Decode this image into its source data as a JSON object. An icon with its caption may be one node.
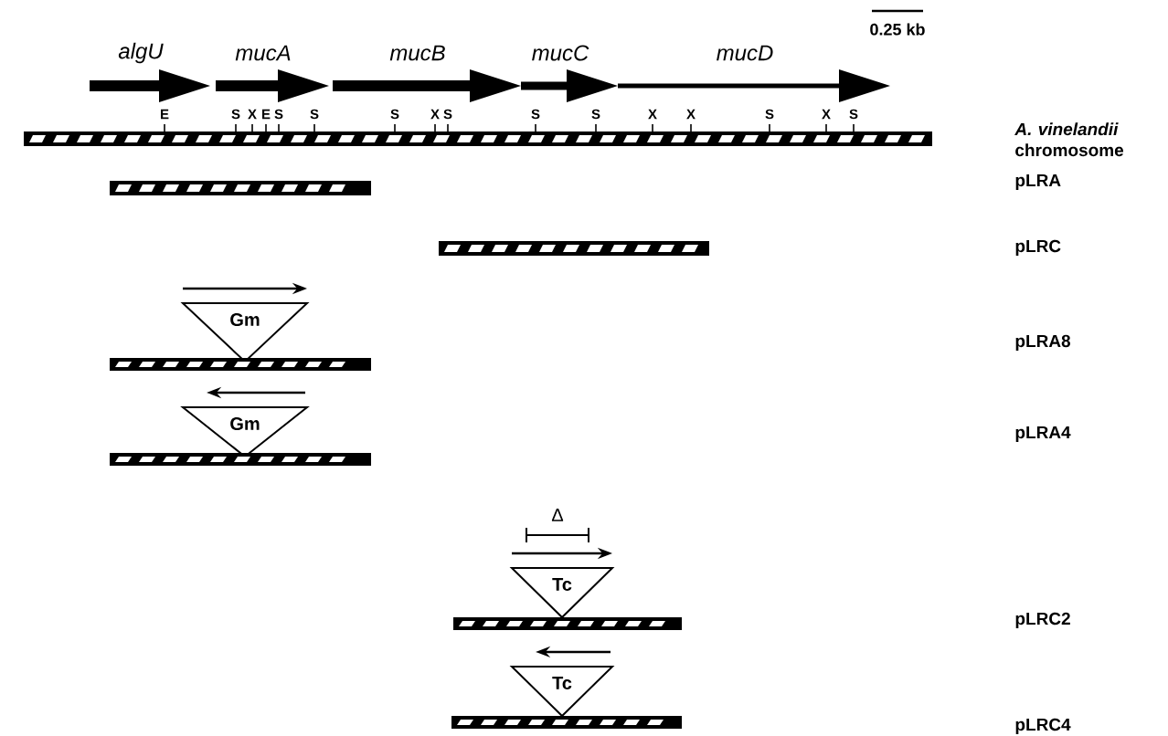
{
  "diagram": {
    "nodes": [
      {
        "text": [
          "algU"
        ]
      },
      {
        "text": [
          "mucA"
        ]
      },
      {
        "text": [
          "mucB"
        ]
      },
      {
        "text": [
          "mucC"
        ]
      },
      {
        "text": [
          "mucD"
        ]
      },
      {
        "text": [],
        "shape": "bar"
      },
      {
        "text": [],
        "shape": "bar"
      },
      {
        "text": [],
        "shape": "bar"
      },
      {
        "text": [
          "Gm"
        ]
      },
      {
        "text": [],
        "shape": "bar"
      },
      {
        "text": [
          "Gm"
        ]
      },
      {
        "text": [],
        "shape": "bar"
      },
      {
        "text": [
          "Tc"
        ]
      },
      {
        "text": [],
        "shape": "bar"
      },
      {
        "text": [
          "Tc"
        ]
      },
      {
        "text": [],
        "shape": "bar"
      }
    ],
    "labels": [
      "0.25 kb",
      "E",
      "S",
      "X",
      "E",
      "S",
      "S",
      "S",
      "X",
      "S",
      "S",
      "S",
      "X",
      "X",
      "S",
      "X",
      "S",
      "*A. vinelandii* chromosome",
      "pLRA",
      "pLRC",
      "pLRA8",
      "pLRA4",
      "Δ",
      "pLRC2",
      "pLRC4"
    ]
  }
}
